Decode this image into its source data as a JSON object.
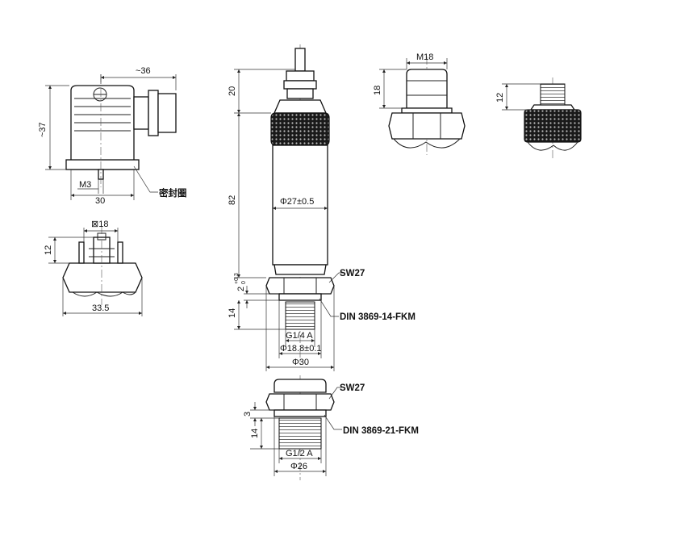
{
  "connector_side": {
    "width_top": "~36",
    "height": "~37",
    "thread": "M3",
    "width_bottom": "30",
    "seal_label": "密封圈"
  },
  "connector_plan": {
    "square": "⊠18",
    "height": "12",
    "width": "33.5"
  },
  "transmitter": {
    "top_height": "20",
    "body_height": "82",
    "body_diameter": "Φ27±0.5",
    "wrench": "SW27",
    "gap": "2",
    "gap_tol": "+0.3",
    "gap_tol_lower": "0",
    "thread_length": "14",
    "seal_standard": "DIN 3869-14-FKM",
    "thread": "G1/4 A",
    "thread_diameter": "Φ18.8±0.1",
    "hex_diameter": "Φ30"
  },
  "m18_connector": {
    "thread": "M18",
    "height": "18"
  },
  "m12_connector": {
    "height": "12"
  },
  "half_inch_fitting": {
    "wrench": "SW27",
    "gap": "3",
    "thread_length": "14",
    "seal_standard": "DIN 3869-21-FKM",
    "thread": "G1/2 A",
    "diameter": "Φ26"
  }
}
